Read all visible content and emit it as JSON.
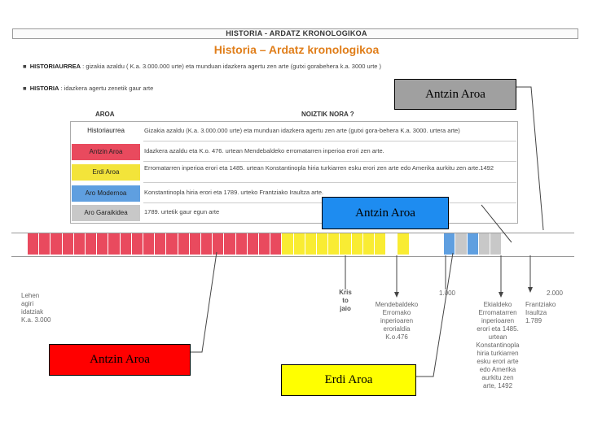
{
  "header": "HISTORIA  -  ARDATZ   KRONOLOGIKOA",
  "title": "Historia – Ardatz kronologikoa",
  "bullets": [
    {
      "key": "HISTORIAURREA",
      "text": " : gizakia azaldu ( K.a. 3.000.000 urte) eta munduan idazkera agertu zen arte (gutxi gorabehera k.a. 3000 urte )"
    },
    {
      "key": "HISTORIA",
      "text": " : idazkera agertu zenetik gaur arte"
    }
  ],
  "table": {
    "col1": "AROA",
    "col2": "NOIZTIK NORA ?",
    "rows": [
      {
        "name": "Historiaurrea",
        "desc": "Gizakia azaldu (K.a. 3.000.000 urte) eta munduan idazkera agertu zen arte (gutxi gora-behera K.a. 3000. urtera arte)",
        "color": "#ffffff"
      },
      {
        "name": "Antzin Aroa",
        "desc": "Idazkera azaldu eta K.o. 476. urtean Mendebaldeko erromatarren inperioa erori zen arte.",
        "color": "#e94a5e"
      },
      {
        "name": "Erdi Aroa",
        "desc": "Erromatarren inperioa erori eta 1485. urtean Konstantinopla hiria turkiarren esku erori zen arte edo Amerika aurkitu zen arte.1492",
        "color": "#f3e43a"
      },
      {
        "name": "Aro Modernoa",
        "desc": "Konstantinopla hiria erori eta 1789. urteko Frantziako Iraultza arte.",
        "color": "#5f9fe0"
      },
      {
        "name": "Aro Garaikidea",
        "desc": "1789. urtetik gaur egun arte",
        "color": "#c8c8c8"
      }
    ]
  },
  "timeline": {
    "segments": [
      {
        "count": 22,
        "color": "#e94a5e"
      },
      {
        "count": 9,
        "color": "#f9ec33"
      },
      {
        "count": 1,
        "color": "#ffffff"
      },
      {
        "count": 1,
        "color": "#f9ec33"
      },
      {
        "count": 3,
        "color": "#ffffff"
      },
      {
        "count": 1,
        "color": "#5f9fe0"
      },
      {
        "count": 1,
        "color": "#c8c8c8"
      },
      {
        "count": 1,
        "color": "#5f9fe0"
      },
      {
        "count": 2,
        "color": "#c8c8c8"
      }
    ]
  },
  "labels": {
    "lehen": "Lehen\nagiri\nidatziak\nK.a. 3.000",
    "kristo": "Kris\nto\njaio",
    "mendebaldeko": "Mendebaldeko\nErromako\ninperioaren\nerorialdia\nK.o.476",
    "y1000": "1.000",
    "ekialdeko": "Ekialdeko\nErromatarren\ninperioaren\nerori eta 1485.\nurtean\nKonstantinopla\nhiria turkiarren\nesku erori arte\nedo Amerika\naurkitu zen\narte, 1492",
    "y2000": "2.000",
    "frantziako": "Frantziako\nIraultza\n1.789"
  },
  "callouts": [
    {
      "text": "Antzin Aroa",
      "color": "#a0a0a0"
    },
    {
      "text": "Antzin Aroa",
      "color": "#1e8cf0"
    },
    {
      "text": "Antzin Aroa",
      "color": "#ff0000"
    },
    {
      "text": "Erdi Aroa",
      "color": "#ffff00"
    }
  ]
}
